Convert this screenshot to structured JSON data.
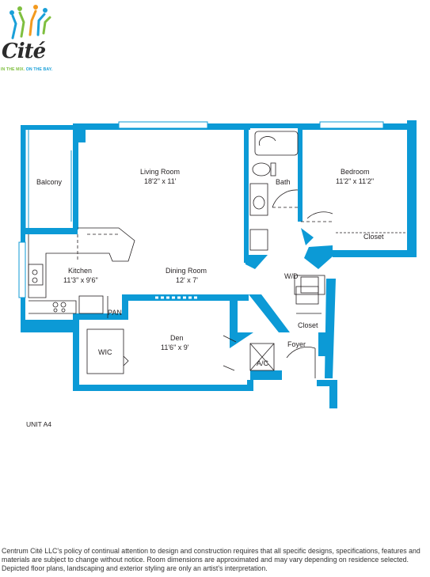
{
  "logo": {
    "word": "Cité",
    "tagline_part1": "IN THE MIX.",
    "tagline_part2": "ON THE BAY."
  },
  "colors": {
    "wall": "#0c9ad6",
    "line": "#231f20",
    "logo_green": "#7fbf3f",
    "logo_blue": "#1aa0d8",
    "logo_orange": "#f39a1e"
  },
  "rooms": {
    "balcony": {
      "name": "Balcony"
    },
    "living_room": {
      "name": "Living Room",
      "dims": "18'2\" x 11'"
    },
    "kitchen": {
      "name": "Kitchen",
      "dims": "11'3\" x 9'6\""
    },
    "dining_room": {
      "name": "Dining Room",
      "dims": "12' x 7'"
    },
    "bath": {
      "name": "Bath"
    },
    "bedroom": {
      "name": "Bedroom",
      "dims": "11'2\" x 11'2\""
    },
    "closet_bedroom": {
      "name": "Closet"
    },
    "wd": {
      "name": "W/D"
    },
    "closet_foyer": {
      "name": "Closet"
    },
    "foyer": {
      "name": "Foyer"
    },
    "pan": {
      "name": "PAN"
    },
    "wic": {
      "name": "WIC"
    },
    "den": {
      "name": "Den",
      "dims": "11'6\" x 9'"
    },
    "ac": {
      "name": "A/C"
    }
  },
  "unit_label": "UNIT A4",
  "disclaimer": "Centrum Cité LLC's policy of continual attention to design and construction requires that all specific designs, specifications, features and materials are subject to change without notice. Room dimensions are approximated and may vary depending on residence selected. Depicted floor plans, landscaping and exterior styling are only an artist's interpretation."
}
